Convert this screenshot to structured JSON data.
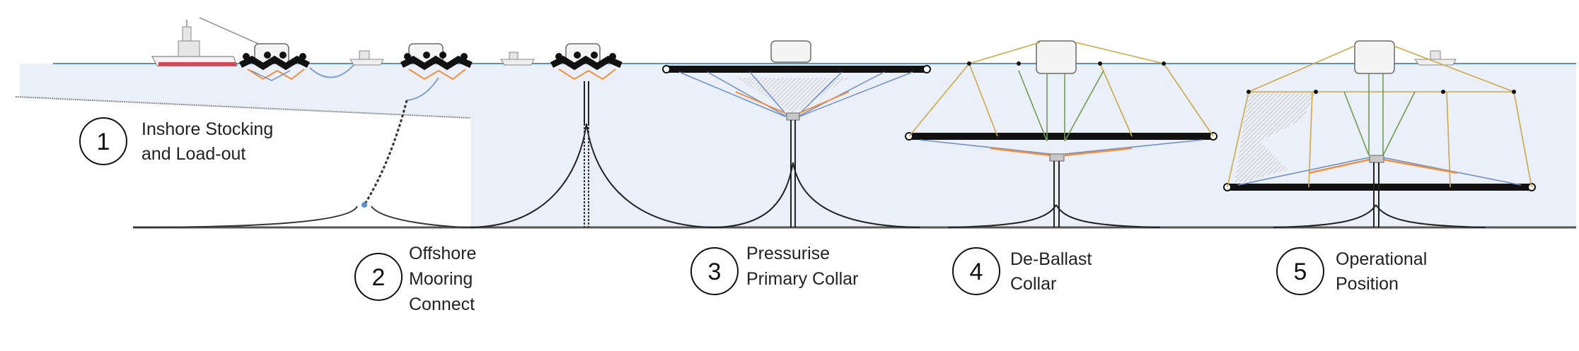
{
  "colors": {
    "water": "#eaeff8",
    "surface": "#5b8fd0",
    "seabed": "#555555",
    "collar": "#111111",
    "mooring": "#222222",
    "rope_yellow": "#c9a94a",
    "rope_green": "#6f9a58",
    "rope_blue": "#6f8fc6",
    "rope_orange": "#ef8f3f",
    "net_hatch": "#d8b8a0"
  },
  "steps": [
    {
      "number": "1",
      "lines": [
        "Inshore Stocking",
        "and Load-out"
      ]
    },
    {
      "number": "2",
      "lines": [
        "Offshore",
        "Mooring",
        "Connect"
      ]
    },
    {
      "number": "3",
      "lines": [
        "Pressurise",
        "Primary Collar"
      ]
    },
    {
      "number": "4",
      "lines": [
        "De-Ballast",
        "Collar"
      ]
    },
    {
      "number": "5",
      "lines": [
        "Operational",
        "Position"
      ]
    }
  ]
}
